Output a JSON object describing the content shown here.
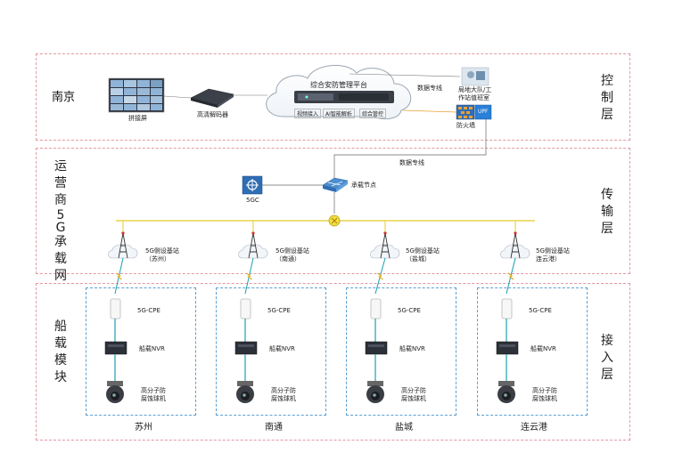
{
  "layers": {
    "control": {
      "left": "南京",
      "right": [
        "控",
        "制",
        "层"
      ]
    },
    "transport": {
      "left": [
        "运",
        "营",
        "商",
        "5",
        "G",
        "承",
        "载",
        "网"
      ],
      "right": [
        "传",
        "输",
        "层"
      ]
    },
    "access": {
      "left": [
        "船",
        "载",
        "模",
        "块"
      ],
      "right": [
        "接",
        "入",
        "层"
      ]
    }
  },
  "control": {
    "video_wall": "拼接屏",
    "decoder": "高清解码器",
    "platform_title": "综合安防管理平台",
    "platform_modules": [
      "视频接入",
      "AI智能解析",
      "综合管控"
    ],
    "data_line": "数据专线",
    "office": [
      "局地大队/工",
      "作站值班室"
    ],
    "firewall": "防火墙",
    "upf": "UPF"
  },
  "transport": {
    "data_line": "数据专线",
    "core": "5GC",
    "node": "承载节点",
    "stations": [
      {
        "name": "5G侧设基站",
        "city": "（苏州）"
      },
      {
        "name": "5G侧设基站",
        "city": "（南通）"
      },
      {
        "name": "5G侧设基站",
        "city": "（盐城）"
      },
      {
        "name": "5G侧设基站",
        "city": "连云港）"
      }
    ]
  },
  "ships": [
    {
      "cpe": "5G-CPE",
      "nvr": "船载NVR",
      "camera": [
        "高分子防",
        "腐蚀球机"
      ],
      "city": "苏州"
    },
    {
      "cpe": "5G-CPE",
      "nvr": "船载NVR",
      "camera": [
        "高分子防",
        "腐蚀球机"
      ],
      "city": "南通"
    },
    {
      "cpe": "5G-CPE",
      "nvr": "船载NVR",
      "camera": [
        "高分子防",
        "腐蚀球机"
      ],
      "city": "盐城"
    },
    {
      "cpe": "5G-CPE",
      "nvr": "船载NVR",
      "camera": [
        "高分子防",
        "腐蚀球机"
      ],
      "city": "连云港"
    }
  ],
  "colors": {
    "layer_border": "#e39aa2",
    "ship_border": "#5a9fd4",
    "bus": "#e8d44a",
    "link": "#1a9fb0"
  }
}
